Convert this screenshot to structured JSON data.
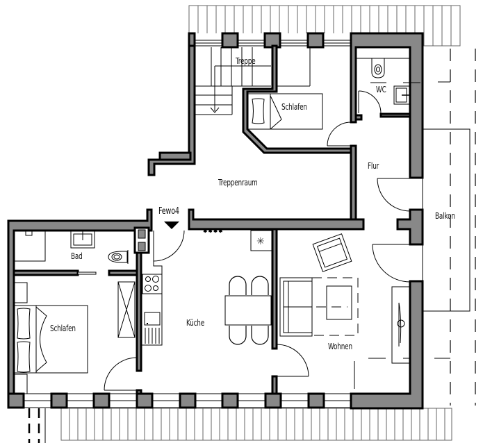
{
  "floorplan": {
    "unit_label": "Fewo4",
    "rooms": [
      {
        "id": "treppe",
        "label": "Treppe"
      },
      {
        "id": "schlafen_top",
        "label": "Schlafen"
      },
      {
        "id": "wc",
        "label": "WC"
      },
      {
        "id": "flur",
        "label": "Flur"
      },
      {
        "id": "treppenraum",
        "label": "Treppenraum"
      },
      {
        "id": "balkon",
        "label": "Balkon"
      },
      {
        "id": "bad",
        "label": "Bad"
      },
      {
        "id": "schlafen_left",
        "label": "Schlafen"
      },
      {
        "id": "kueche",
        "label": "Küche"
      },
      {
        "id": "wohnen",
        "label": "Wohnen"
      }
    ],
    "colors": {
      "wall_fill": "#888888",
      "line": "#000000",
      "background": "#ffffff"
    },
    "icons": [
      "entrance-arrow-icon",
      "toilet-icon",
      "sink-icon",
      "stove-icon",
      "bed-icon",
      "armchair-icon",
      "sofa-icon",
      "table-icon",
      "chair-icon",
      "shower-icon",
      "window-icon",
      "door-swing-icon"
    ]
  }
}
